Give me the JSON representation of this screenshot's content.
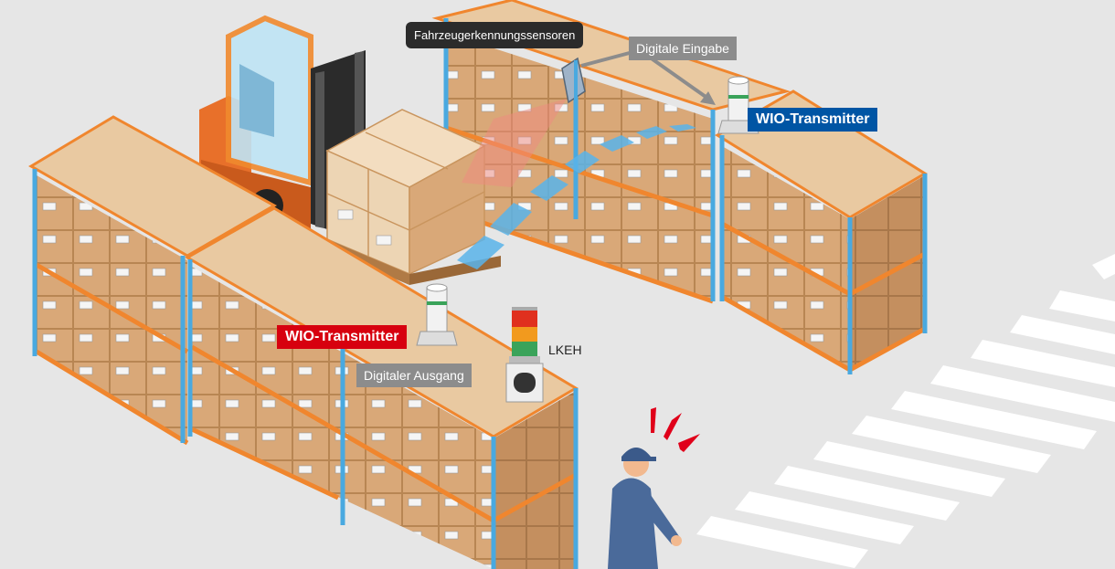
{
  "labels": {
    "vehicle_sensors": "Fahrzeugerkennungssensoren",
    "digital_input": "Digitale Eingabe",
    "wio_transmitter_right": "WIO-Transmitter",
    "wio_transmitter_left": "WIO-Transmitter",
    "digital_output": "Digitaler Ausgang",
    "lkeh": "LKEH"
  },
  "colors": {
    "background": "#e6e6e6",
    "rack_frame": "#f0862e",
    "rack_post": "#49a9e0",
    "box": "#d9a878",
    "shelf_top": "#e9c9a1",
    "forklift": "#e8702a",
    "wio_blue": "#0055a4",
    "wio_red": "#d7000f",
    "signal_blue": "#5ab4ea",
    "sensor_beam": "#f08a80",
    "worker": "#4a6a9a"
  },
  "icons": [
    "forklift-icon",
    "pallet-icon",
    "storage-rack-icon",
    "vehicle-sensor-icon",
    "wio-transmitter-icon",
    "signal-tower-icon",
    "worker-icon",
    "alert-marks-icon",
    "crosswalk-icon"
  ]
}
